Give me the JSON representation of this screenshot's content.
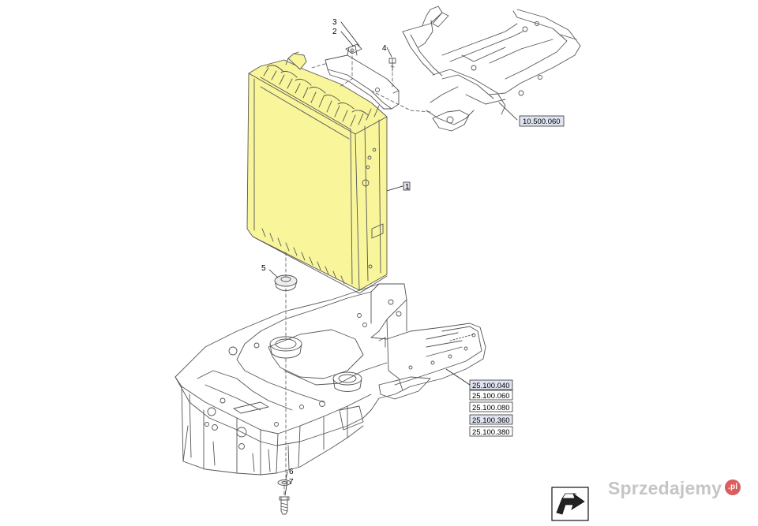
{
  "callouts": {
    "part_1": "1",
    "part_2": "2",
    "part_3": "3",
    "part_4": "4",
    "part_5": "5",
    "part_6": "6",
    "part_7": "7"
  },
  "ref_top": "10.500.060",
  "ref_list": [
    "25.100.040",
    "25.100.060",
    "25.100.080",
    "25.100.360",
    "25.100.380"
  ],
  "watermark": {
    "text": "Sprzedajemy",
    "suffix": ".pl"
  },
  "colors": {
    "highlight": "#f8f59a",
    "line": "#444444",
    "ref_fill_highlight": "#dfe4f0"
  },
  "icons": {
    "nav": "arrow-next-icon"
  }
}
